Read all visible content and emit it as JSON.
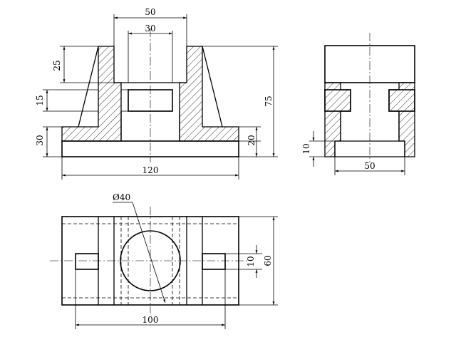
{
  "dimensions": {
    "front_top_width": "50",
    "front_bore_width": "30",
    "front_upper_height": "25",
    "front_slot_height": "15",
    "front_base_step": "30",
    "front_total_height": "75",
    "front_base_height": "20",
    "front_total_width": "120",
    "side_slot_height": "10",
    "side_bottom_width": "50",
    "top_hole_dia": "Ø40",
    "top_slot_width": "10",
    "top_depth": "60",
    "top_width": "100"
  }
}
